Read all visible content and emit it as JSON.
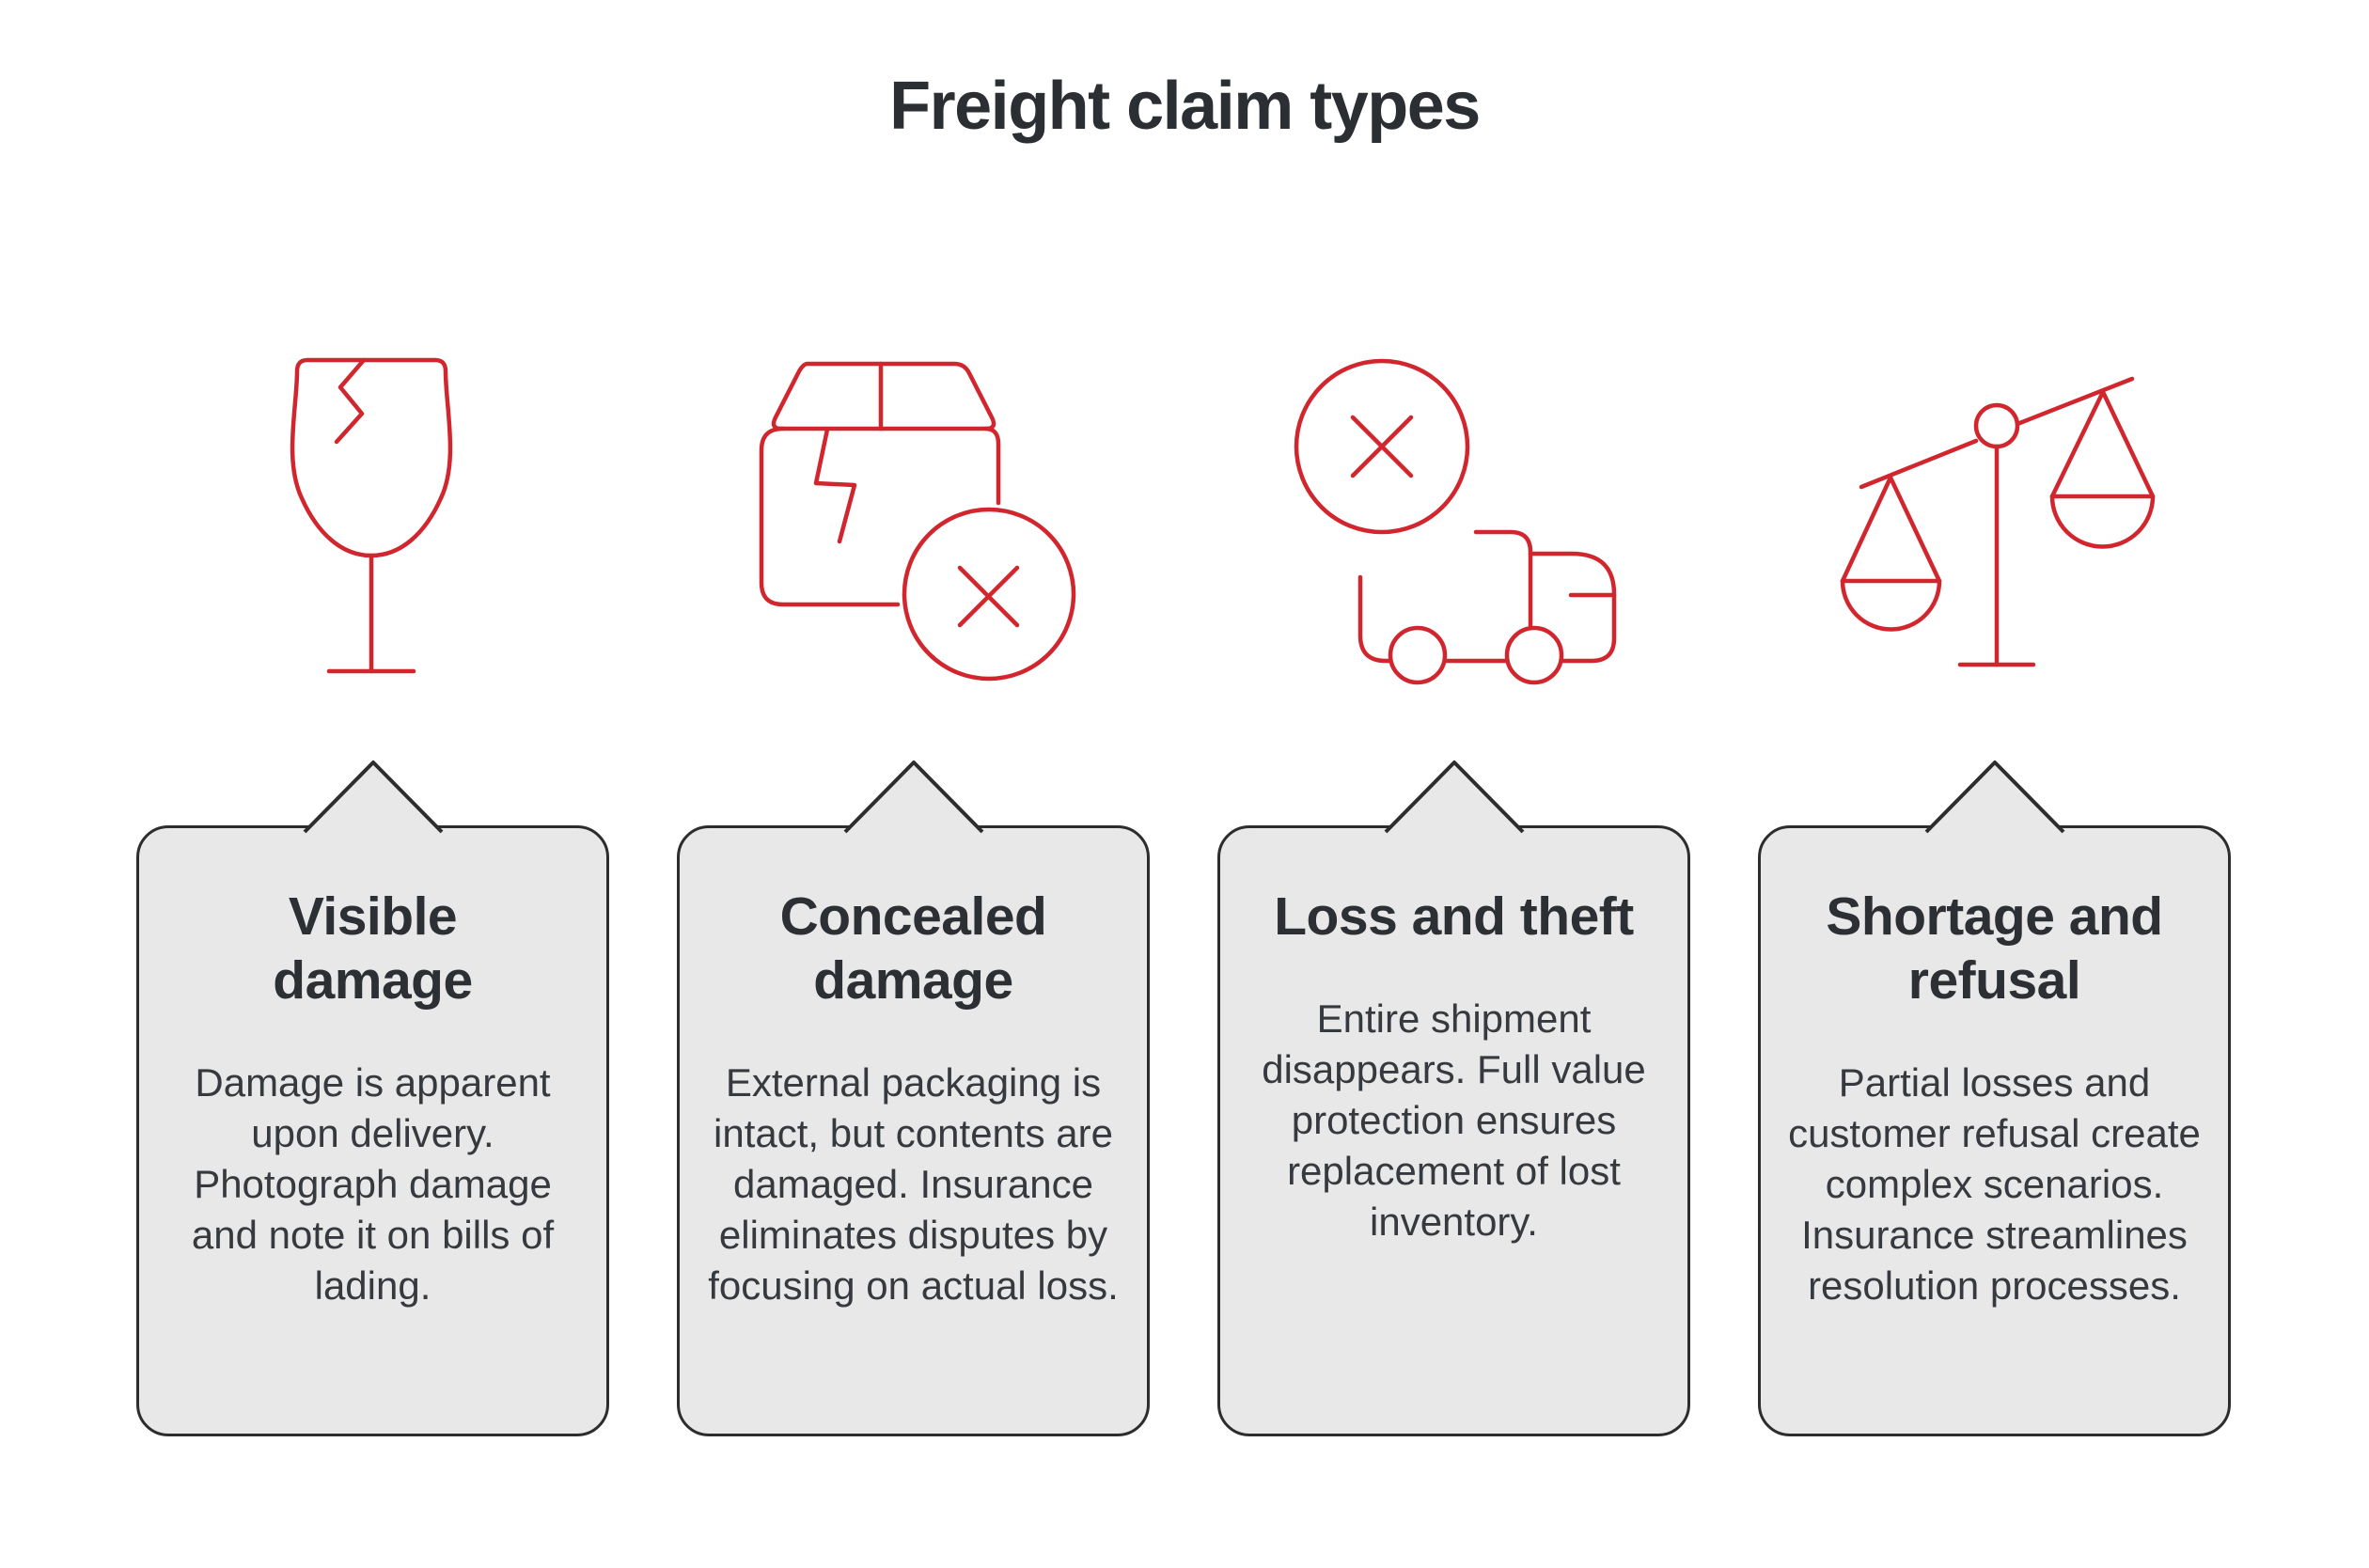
{
  "page": {
    "title": "Freight claim types",
    "background": "#ffffff"
  },
  "colors": {
    "accent_red": "#d2262e",
    "card_background": "#e8e8e8",
    "card_border": "#2d2d2d",
    "title_text": "#2b2e33",
    "body_text": "#36393d"
  },
  "cards": [
    {
      "icon": "broken-glass-icon",
      "title_lines": [
        "Visible",
        "damage"
      ],
      "body": "Damage is apparent upon delivery. Photograph damage and note it on bills of lading."
    },
    {
      "icon": "damaged-box-icon",
      "title_lines": [
        "Concealed",
        "damage"
      ],
      "body": "External packaging is intact, but contents are damaged. Insurance eliminates disputes by focusing on actual loss."
    },
    {
      "icon": "lost-truck-icon",
      "title_lines": [
        "Loss and theft"
      ],
      "body": "Entire shipment disappears. Full value protection ensures replacement of lost inventory."
    },
    {
      "icon": "unbalanced-scale-icon",
      "title_lines": [
        "Shortage and",
        "refusal"
      ],
      "body": "Partial losses and customer refusal create complex scenarios. Insurance streamlines resolution processes."
    }
  ]
}
